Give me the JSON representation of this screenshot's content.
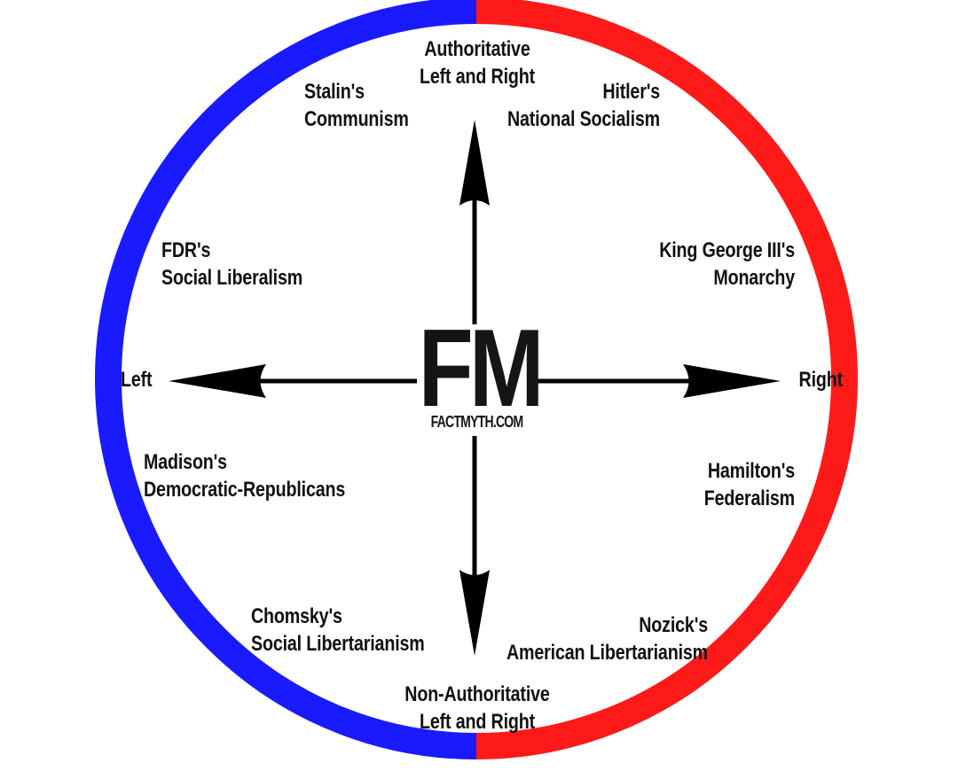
{
  "title": "Political Spectrum Circle",
  "colors": {
    "left_ring": "#1a1aff",
    "right_ring": "#ff1a1a",
    "arrows": "#000000",
    "text": "#111111"
  },
  "logo": {
    "mark": "FM",
    "site": "FACTMYTH.COM"
  },
  "axes": {
    "left": "Left",
    "right": "Right",
    "top": [
      "Authoritative",
      "Left and Right"
    ],
    "bottom": [
      "Non-Authoritative",
      "Left and Right"
    ]
  },
  "ideologies": {
    "stalin": [
      "Stalin's",
      "Communism"
    ],
    "hitler": [
      "Hitler's",
      "National Socialism"
    ],
    "fdr": [
      "FDR's",
      "Social Liberalism"
    ],
    "king_george": [
      "King George III's",
      "Monarchy"
    ],
    "madison": [
      "Madison's",
      "Democratic-Republicans"
    ],
    "hamilton": [
      "Hamilton's",
      "Federalism"
    ],
    "chomsky": [
      "Chomsky's",
      "Social Libertarianism"
    ],
    "nozick": [
      "Nozick's",
      "American Libertarianism"
    ]
  }
}
